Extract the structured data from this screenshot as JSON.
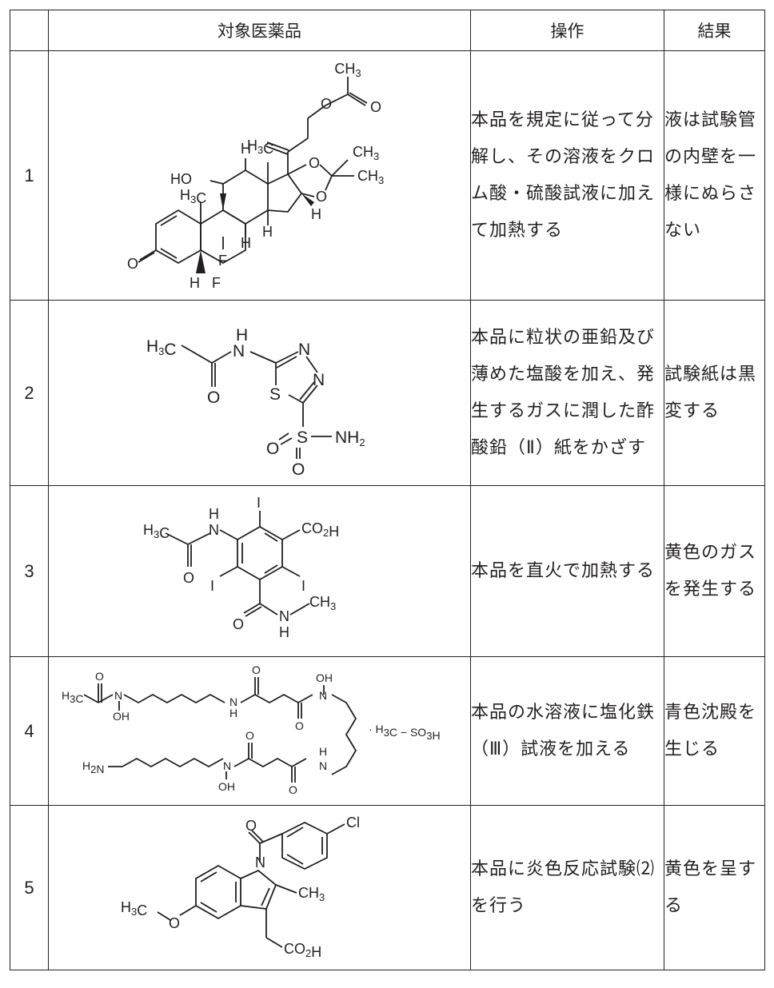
{
  "table": {
    "headers": [
      "",
      "対象医薬品",
      "操作",
      "結果"
    ],
    "rows": [
      {
        "no": "1",
        "structure_icon": "steroid-acetonide-structure",
        "operation": "本品を規定に従って分解し、その溶液をクロム酸・硫酸試液に加えて加熱する",
        "result": "液は試験管の内壁を一様にぬらさない"
      },
      {
        "no": "2",
        "structure_icon": "thiadiazole-sulfonamide-structure",
        "operation": "本品に粒状の亜鉛及び薄めた塩酸を加え、発生するガスに潤した酢酸鉛（Ⅱ）紙をかざす",
        "result": "試験紙は黒変する"
      },
      {
        "no": "3",
        "structure_icon": "triiodobenzoic-acid-structure",
        "operation": "本品を直火で加熱する",
        "result": "黄色のガスを発生する"
      },
      {
        "no": "4",
        "structure_icon": "hydroxamate-mesylate-structure",
        "operation": "本品の水溶液に塩化鉄（Ⅲ）試液を加える",
        "result": "青色沈殿を生じる"
      },
      {
        "no": "5",
        "structure_icon": "indole-acetic-acid-structure",
        "operation": "本品に炎色反応試験⑵を行う",
        "result": "黄色を呈する"
      }
    ]
  },
  "structures": {
    "s1": {
      "ch3_top": "CH3",
      "o1": "O",
      "o2": "O",
      "ch3_b": "CH3",
      "ch3_c": "CH3",
      "o3": "O",
      "o4": "O",
      "h3c_a": "H3C",
      "ho": "HO",
      "h1": "H",
      "h3c_b": "H3C",
      "h2": "H",
      "h3": "H",
      "h4": "H",
      "f1": "F",
      "h5": "H",
      "o5": "O",
      "h6": "H",
      "f2": "F"
    },
    "s2": {
      "h": "H",
      "h3c": "H3C",
      "n1": "N",
      "n2": "N",
      "n3": "N",
      "o1": "O",
      "s1": "S",
      "s2": "S",
      "nh2": "NH2",
      "o2": "O",
      "o3": "O"
    },
    "s3": {
      "i1": "I",
      "h": "H",
      "n1": "N",
      "h3c": "H3C",
      "co2h": "CO2H",
      "o1": "O",
      "i2": "I",
      "i3": "I",
      "n2": "N",
      "ch3": "CH3",
      "o2": "O",
      "h2": "H"
    },
    "s4": {
      "o1": "O",
      "h3c": "H3C",
      "n1": "N",
      "oh1": "OH",
      "o2": "O",
      "n2": "N",
      "h1": "H",
      "oh2": "OH",
      "n3": "N",
      "o3": "O",
      "mes": "· H3C − SO3H",
      "o4": "O",
      "h2": "H",
      "n4": "N",
      "h2n": "H2N",
      "n5": "N",
      "oh3": "OH",
      "o5": "O",
      "n6": "N",
      "o6": "O"
    },
    "s5": {
      "o1": "O",
      "cl": "Cl",
      "n": "N",
      "ch3": "CH3",
      "h3c": "H3C",
      "o2": "O",
      "co2h": "CO2H"
    }
  }
}
